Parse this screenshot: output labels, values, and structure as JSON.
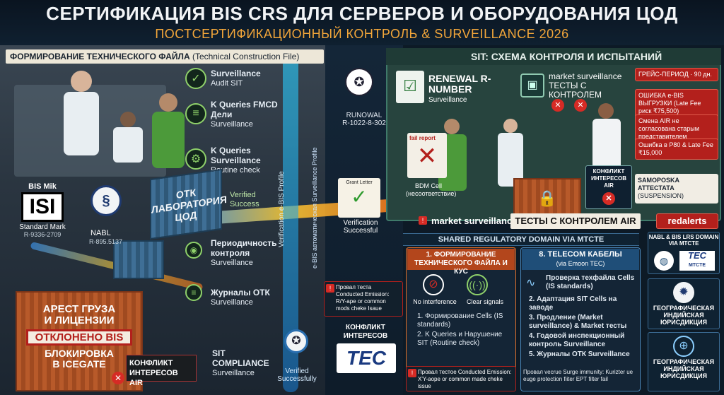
{
  "header": {
    "title": "СЕРТИФИКАЦИЯ BIS CRS ДЛЯ СЕРВЕРОВ И ОБОРУДОВАНИЯ ЦОД",
    "subtitle": "ПОСТСЕРТИФИКАЦИОННЫЙ КОНТРОЛЬ & SURVEILLANCE 2026"
  },
  "left_panel": {
    "title": "ФОРМИРОВАНИЕ ТЕХНИЧЕСКОГО ФАЙЛА",
    "title_sub": "(Technical Construction File)",
    "steps": [
      {
        "title": "Surveillance",
        "sub": "Audit SIT"
      },
      {
        "title": "K Queries FMCD Дели",
        "sub": "Surveillance"
      },
      {
        "title": "K Queries Surveillance",
        "sub": "Routine check"
      },
      {
        "title": "Периодичность контроля",
        "sub": "Surveillance"
      },
      {
        "title": "Журналы ОТК",
        "sub": "Surveillance"
      },
      {
        "title": "SIT COMPLIANCE",
        "sub": "Surveillance"
      }
    ],
    "verified": {
      "title": "Verified",
      "sub": "Success"
    },
    "lab_container": "ОТК ЛАБОРАТОРИЯ ЦОД",
    "bis_mark": {
      "label": "BIS Mik",
      "logo": "ISI",
      "caption": "Standard Mark",
      "code": "R-9336-2709"
    },
    "nabl": {
      "label": "NABL",
      "code": "R-895.5137"
    },
    "cargo": {
      "line1": "АРЕСТ ГРУЗА",
      "line2": "И ЛИЦЕНЗИИ",
      "stamp": "ОТКЛОНЕНО BIS",
      "line3": "БЛОКИРОВКА",
      "line4": "В ICEGATE"
    },
    "conflict_air": "КОНФЛИКТ ИНТЕРЕСОВ AIR"
  },
  "center": {
    "vert1": "Verification e-BIS Profile",
    "vert2": "e-BIS автоматическая Surveillance Profile",
    "renewal": {
      "title": "RUNOWAL",
      "code": "R-1022-8-302"
    },
    "letter": {
      "title": "Grant Letter",
      "caption": "Verification Successful"
    },
    "warn_mid": "Провал теста Conducted Emission: R/Y-ape or common mods cheke Isaue",
    "conflict_tec": {
      "title": "КОНФЛИКТ ИНТЕРЕСОВ",
      "logo": "TEC"
    },
    "verified_bottom": "Verified Successfully"
  },
  "sit": {
    "title": "SIT: СХЕМА КОНТРОЛЯ И ИСПЫТАНИЙ",
    "renewal": {
      "title": "RENEWAL R-NUMBER",
      "sub": "Surveillance"
    },
    "market": {
      "title": "market surveillance",
      "sub": "ТЕСТЫ С КОНТРОЛЕМ"
    },
    "fail_report": {
      "title": "fail report",
      "caption1": "BDM Cell",
      "caption2": "(несоответствие)"
    },
    "alerts": [
      "ГРЕЙС-ПЕРИОД · 90 дн.",
      "ОШИБКА e-BIS ВЫГРУЗКИ (Late Fee риск ₹75,500)",
      "Смена AIR не согласована старым представителем",
      "Ошибка в P80 & Late Fee ₹15,000"
    ],
    "conflict_air": "КОНФЛИКТ ИНТЕРЕСОВ AIR",
    "samoposka": {
      "title": "SAMOPOSKA АТТЕСТАТА",
      "sub": "(SUSPENSION)"
    }
  },
  "bar_market": {
    "left": "market surveillance",
    "mid": "ТЕСТЫ С КОНТРОЛЕМ AIR",
    "right": "redalerts"
  },
  "shared_bar": "SHARED REGULATORY DOMAIN VIA MTCTE",
  "box1": {
    "title": "1. ФОРМИРОВАНИЕ ТЕХНИЧЕСКОГО ФАЙЛА И КУС",
    "icon1": "No interference",
    "icon2": "Clear signals",
    "items": [
      "1. Формирование Cells (IS standards)",
      "2. K Queries и Нарушение SIT (Routine check)"
    ]
  },
  "box2": {
    "title": "8. TELECOM КАБЕЛЫ",
    "sub": "(via Emoon TEC)",
    "items": [
      "Проверка техфайла Cells (IS standards)",
      "2. Адаптация SIT Cells на заводе",
      "3. Продление (Market surveillance) & Market тесты",
      "4. Годовой инспекционный контроль Surveillance",
      "5. Журналы ОТК Surveillance"
    ],
    "footer": "Провал vecrue Surge immunity: Kurizter ue euge protection fiiter EPT filter fail"
  },
  "warn_bottom": "Провал тестое Conducted Emission: X'Y-aope or common made cheke issue",
  "right_col": {
    "domain": {
      "title": "NABL & BIS LRS DOMAIN VIA MTCTE",
      "logo": "TEC",
      "logo_sub": "MTCTE"
    },
    "geo1": "ГЕОГРАФИЧЕСКАЯ ИНДИЙСКАЯ ЮРИСДИКЦИЯ",
    "geo2": "ГЕОГРАФИЧЕСКАЯ ИНДИЙСКАЯ ЮРИСДИКЦИЯ"
  },
  "colors": {
    "accent": "#f3a63a",
    "alert": "#b3201c",
    "sit_bg": "#27443e",
    "green": "#8fd16a"
  }
}
